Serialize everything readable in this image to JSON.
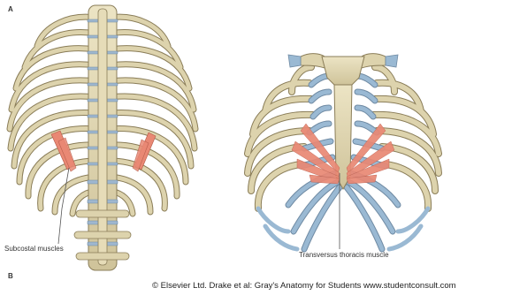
{
  "figure": {
    "panel_a_label": "A",
    "panel_b_label": "B",
    "subcostal_label": "Subcostal muscles",
    "transversus_label": "Transversus thoracis muscle",
    "copyright": "© Elsevier Ltd. Drake et al: Gray's Anatomy for Students www.studentconsult.com"
  },
  "colors": {
    "bone": "#ddd3ad",
    "bone_outline": "#8a7d58",
    "cartilage": "#9ab9d3",
    "muscle": "#e98874",
    "disc": "#9fb7cf"
  }
}
